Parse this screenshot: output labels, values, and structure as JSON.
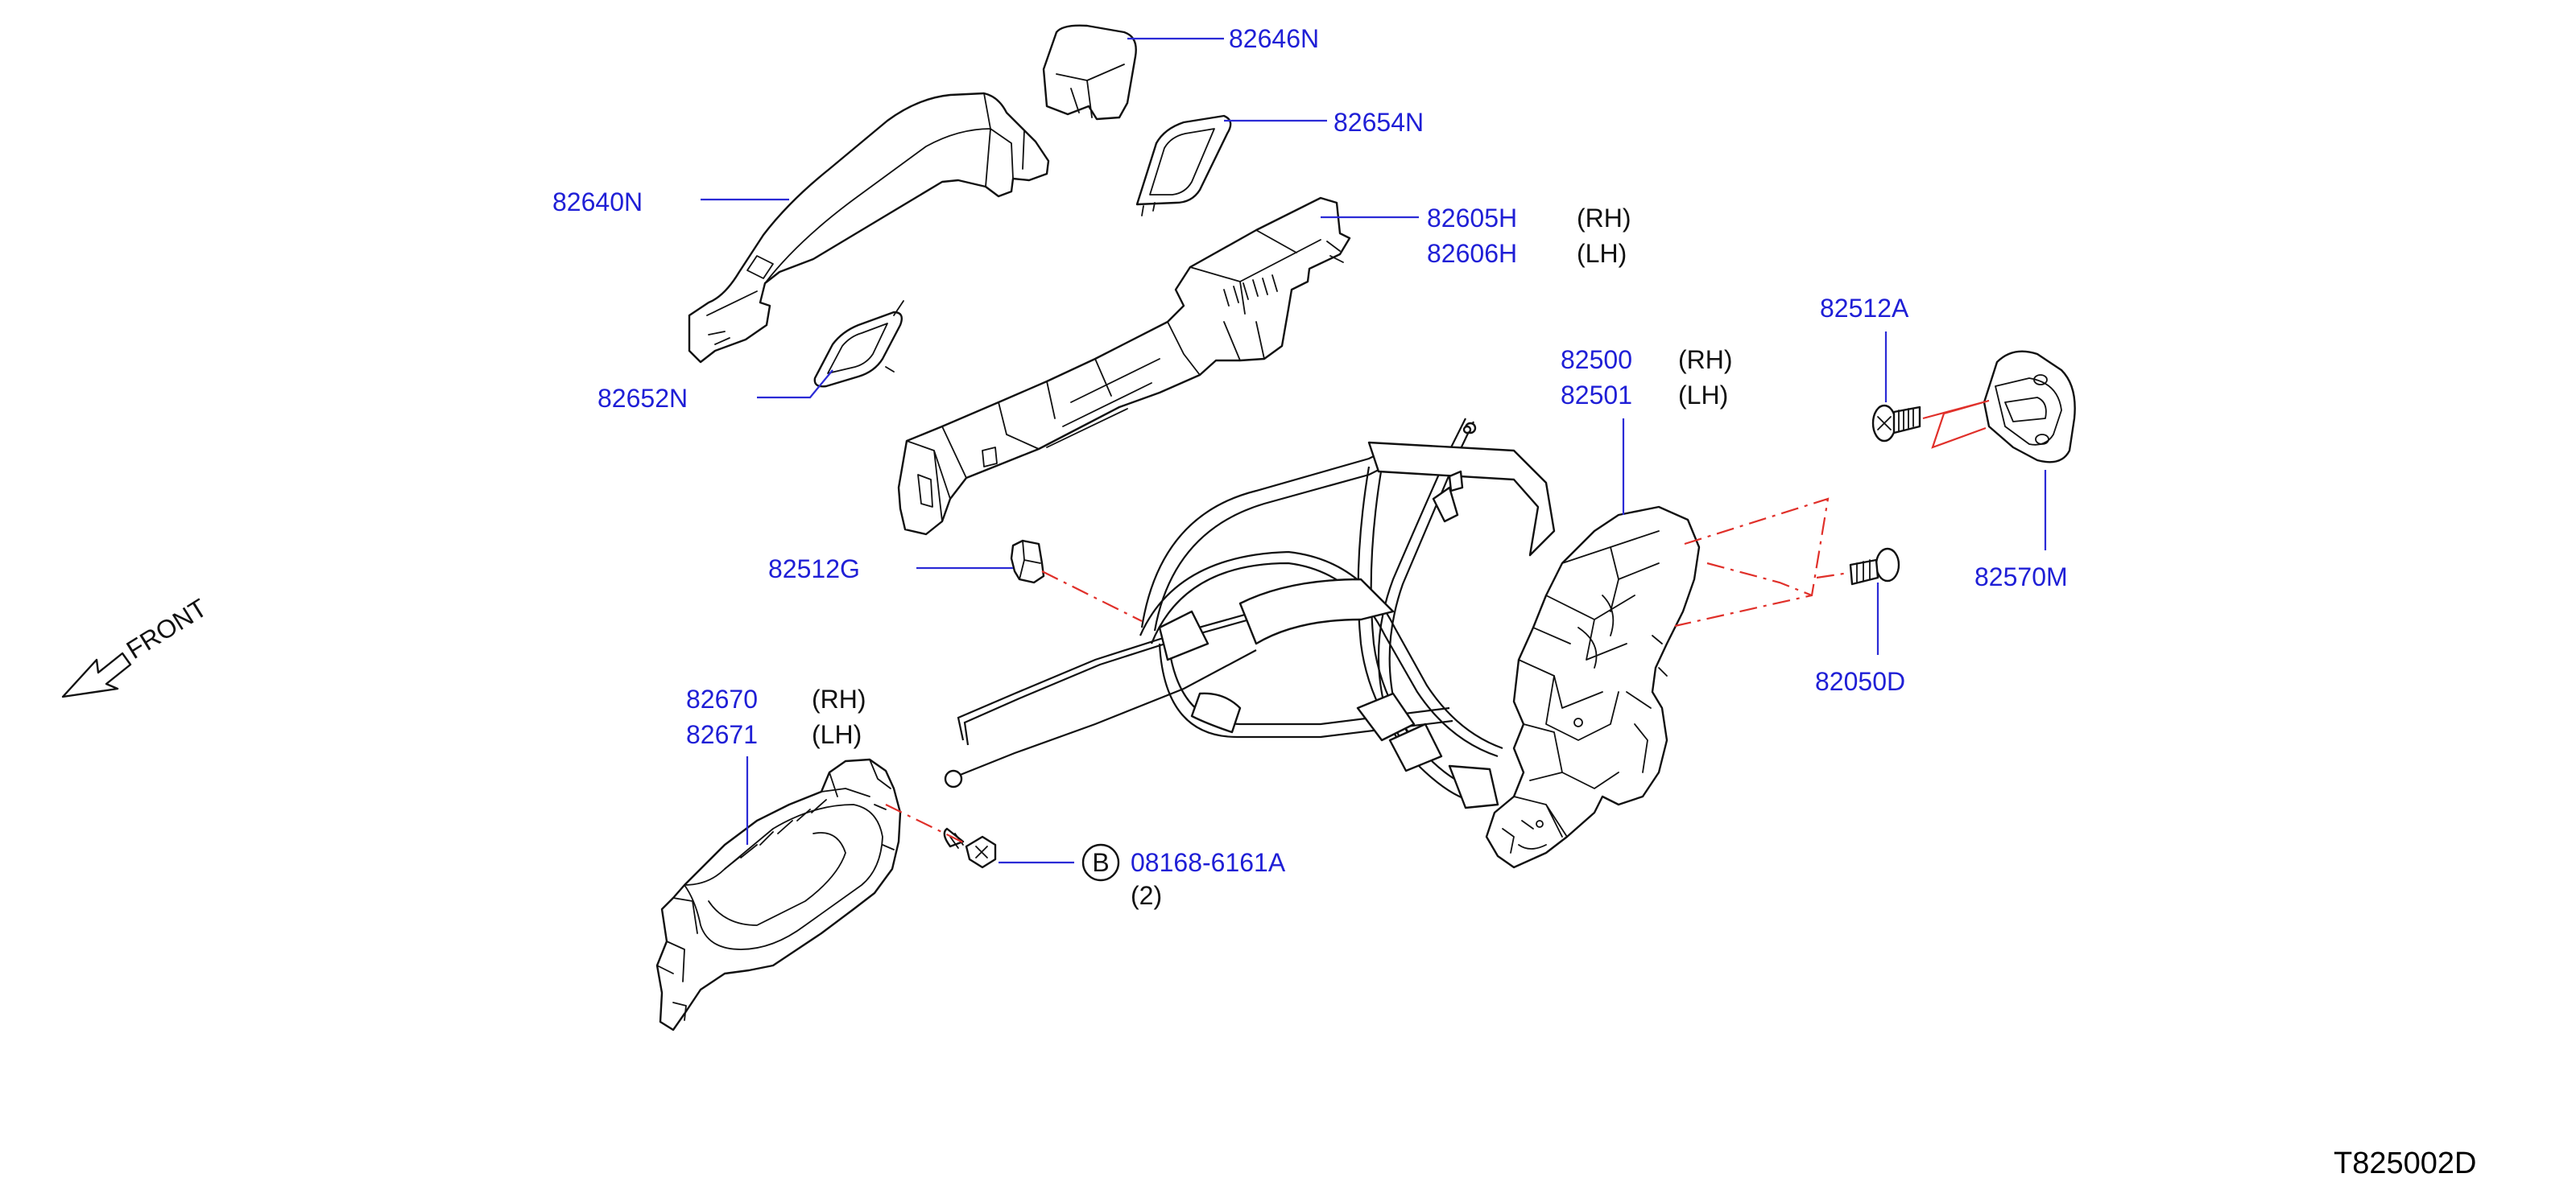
{
  "callouts": {
    "p82646N": "82646N",
    "p82654N": "82654N",
    "p82640N": "82640N",
    "p82605H": "82605H",
    "p82605H_side": "(RH)",
    "p82606H": "82606H",
    "p82606H_side": "(LH)",
    "p82652N": "82652N",
    "p82512A": "82512A",
    "p82500": "82500",
    "p82500_side": "(RH)",
    "p82501": "82501",
    "p82501_side": "(LH)",
    "p82512G": "82512G",
    "p82570M": "82570M",
    "p82050D": "82050D",
    "p82670": "82670",
    "p82670_side": "(RH)",
    "p82671": "82671",
    "p82671_side": "(LH)",
    "bolt_symbol": "B",
    "p08168": "08168-6161A",
    "p08168_qty": "(2)"
  },
  "front_label": "FRONT",
  "diagram_ref": "T825002D",
  "colors": {
    "part_number": "#1f1fd6",
    "leader": "#2b2bd6",
    "dash_line": "#e0302a",
    "ink": "#111111"
  },
  "icons": [
    "front-arrow-icon"
  ]
}
